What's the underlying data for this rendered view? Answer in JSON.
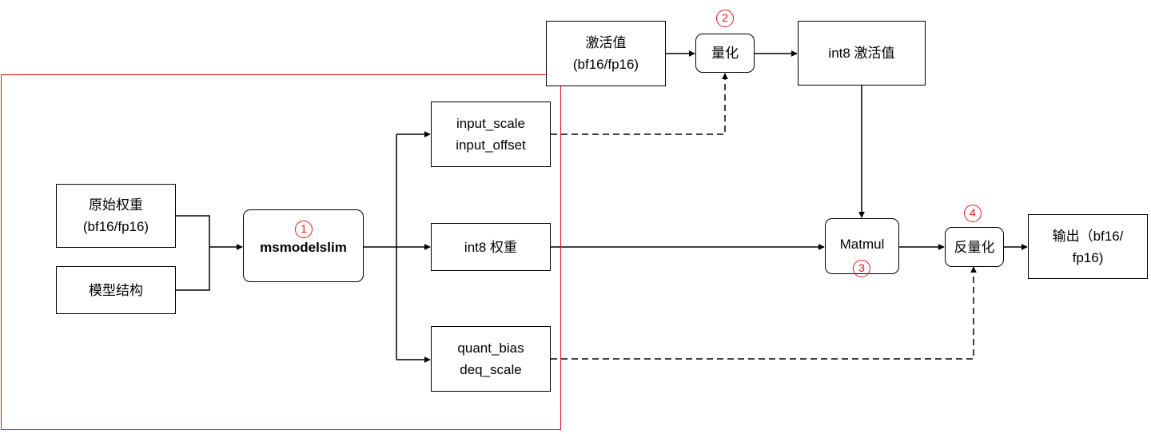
{
  "colors": {
    "line": "#000000",
    "highlight": "#e8141b"
  },
  "nodes": {
    "orig_weight": [
      "原始权重",
      "(bf16/fp16)"
    ],
    "model_struct": [
      "模型结构"
    ],
    "msmodelslim": [
      "msmodelslim"
    ],
    "input_params": [
      "input_scale",
      "input_offset"
    ],
    "int8_weight": [
      "int8 权重"
    ],
    "bias_params": [
      "quant_bias",
      "deq_scale"
    ],
    "activation": [
      "激活值",
      "(bf16/fp16)"
    ],
    "quantize": [
      "量化"
    ],
    "int8_activation": [
      "int8 激活值"
    ],
    "matmul": [
      "Matmul"
    ],
    "dequantize": [
      "反量化"
    ],
    "output": [
      "输出（bf16/",
      "fp16)"
    ]
  },
  "markers": [
    "1",
    "2",
    "3",
    "4"
  ]
}
